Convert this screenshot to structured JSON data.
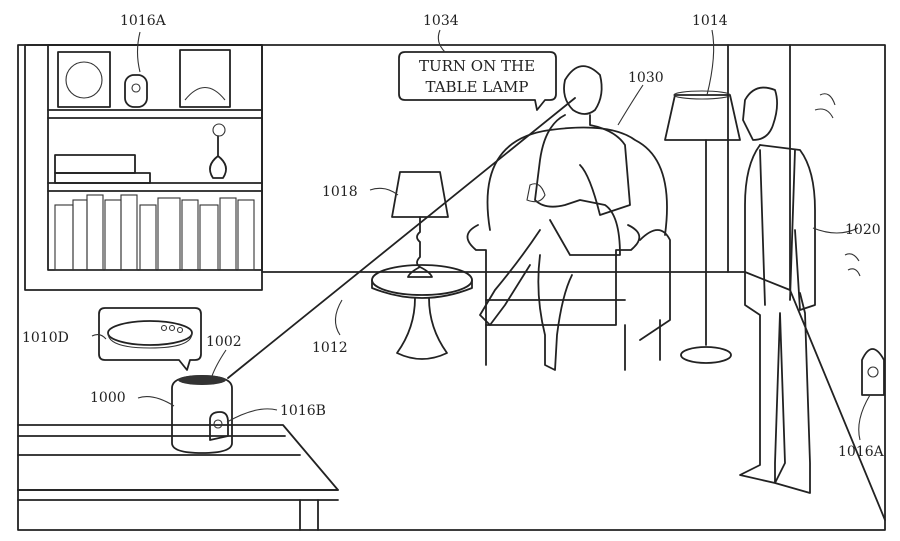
{
  "figure": {
    "speech_bubble": {
      "line1": "TURN ON THE",
      "line2": "TABLE LAMP"
    },
    "labels": {
      "camera_shelf": "1016A",
      "speech": "1034",
      "floor_lamp": "1014",
      "woman": "1030",
      "table_lamp": "1018",
      "man": "1020",
      "display_bubble": "1010D",
      "device_top": "1002",
      "gaze_line": "1012",
      "device": "1000",
      "device_camera": "1016B",
      "camera_wall": "1016A"
    }
  }
}
